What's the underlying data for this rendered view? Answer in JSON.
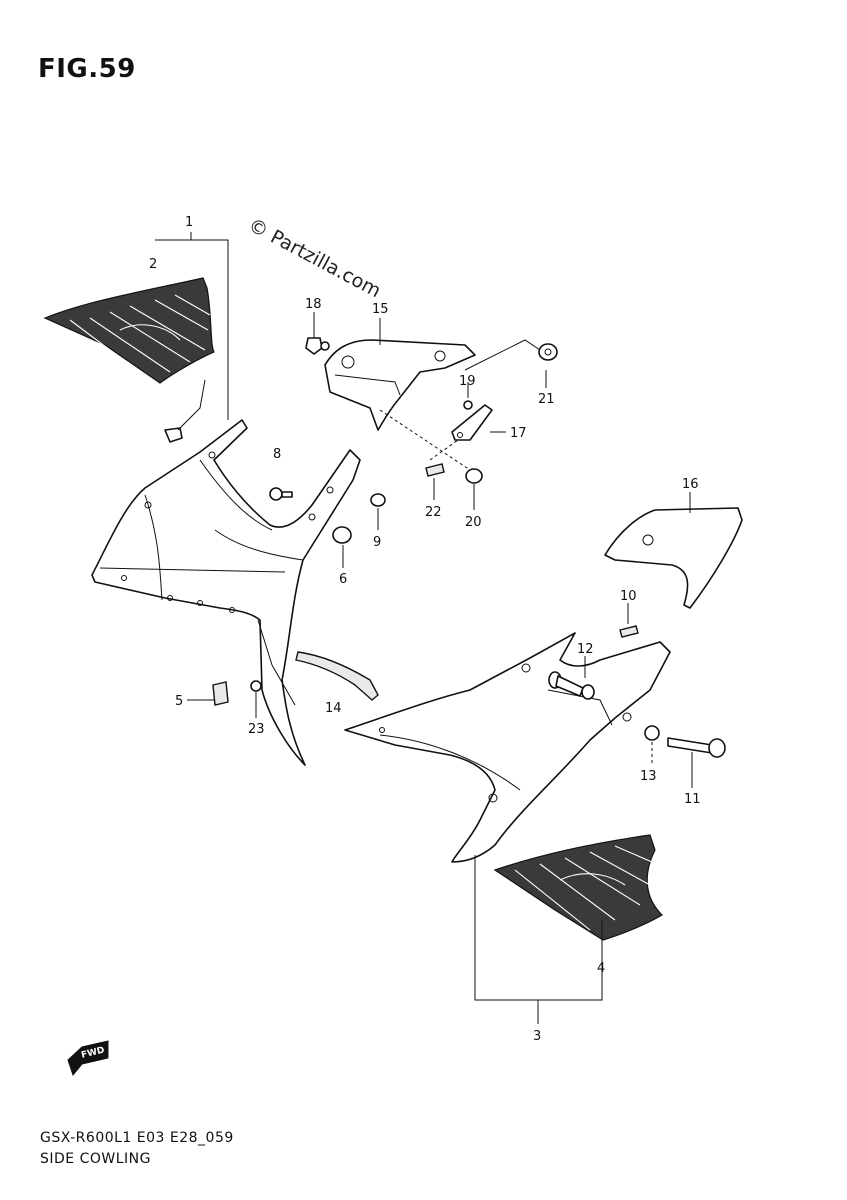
{
  "figure": {
    "title": "FIG.59",
    "watermark": "© Partzilla.com",
    "model_code": "GSX-R600L1 E03 E28_059",
    "section_name": "SIDE COWLING"
  },
  "callouts": [
    "1",
    "2",
    "3",
    "4",
    "5",
    "6",
    "8",
    "9",
    "10",
    "11",
    "12",
    "13",
    "14",
    "15",
    "16",
    "17",
    "18",
    "19",
    "20",
    "21",
    "22",
    "23"
  ],
  "icons": {
    "direction_arrow": "fwd-arrow-icon",
    "direction_text": "FWD"
  }
}
